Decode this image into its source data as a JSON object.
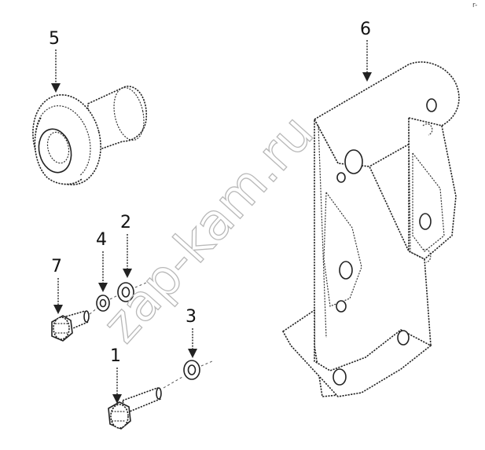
{
  "watermark": "zap-kam.ru",
  "corner_mark": "r-",
  "callouts": [
    {
      "id": "1",
      "label": "1"
    },
    {
      "id": "2",
      "label": "2"
    },
    {
      "id": "3",
      "label": "3"
    },
    {
      "id": "4",
      "label": "4"
    },
    {
      "id": "5",
      "label": "5"
    },
    {
      "id": "6",
      "label": "6"
    },
    {
      "id": "7",
      "label": "7"
    }
  ]
}
